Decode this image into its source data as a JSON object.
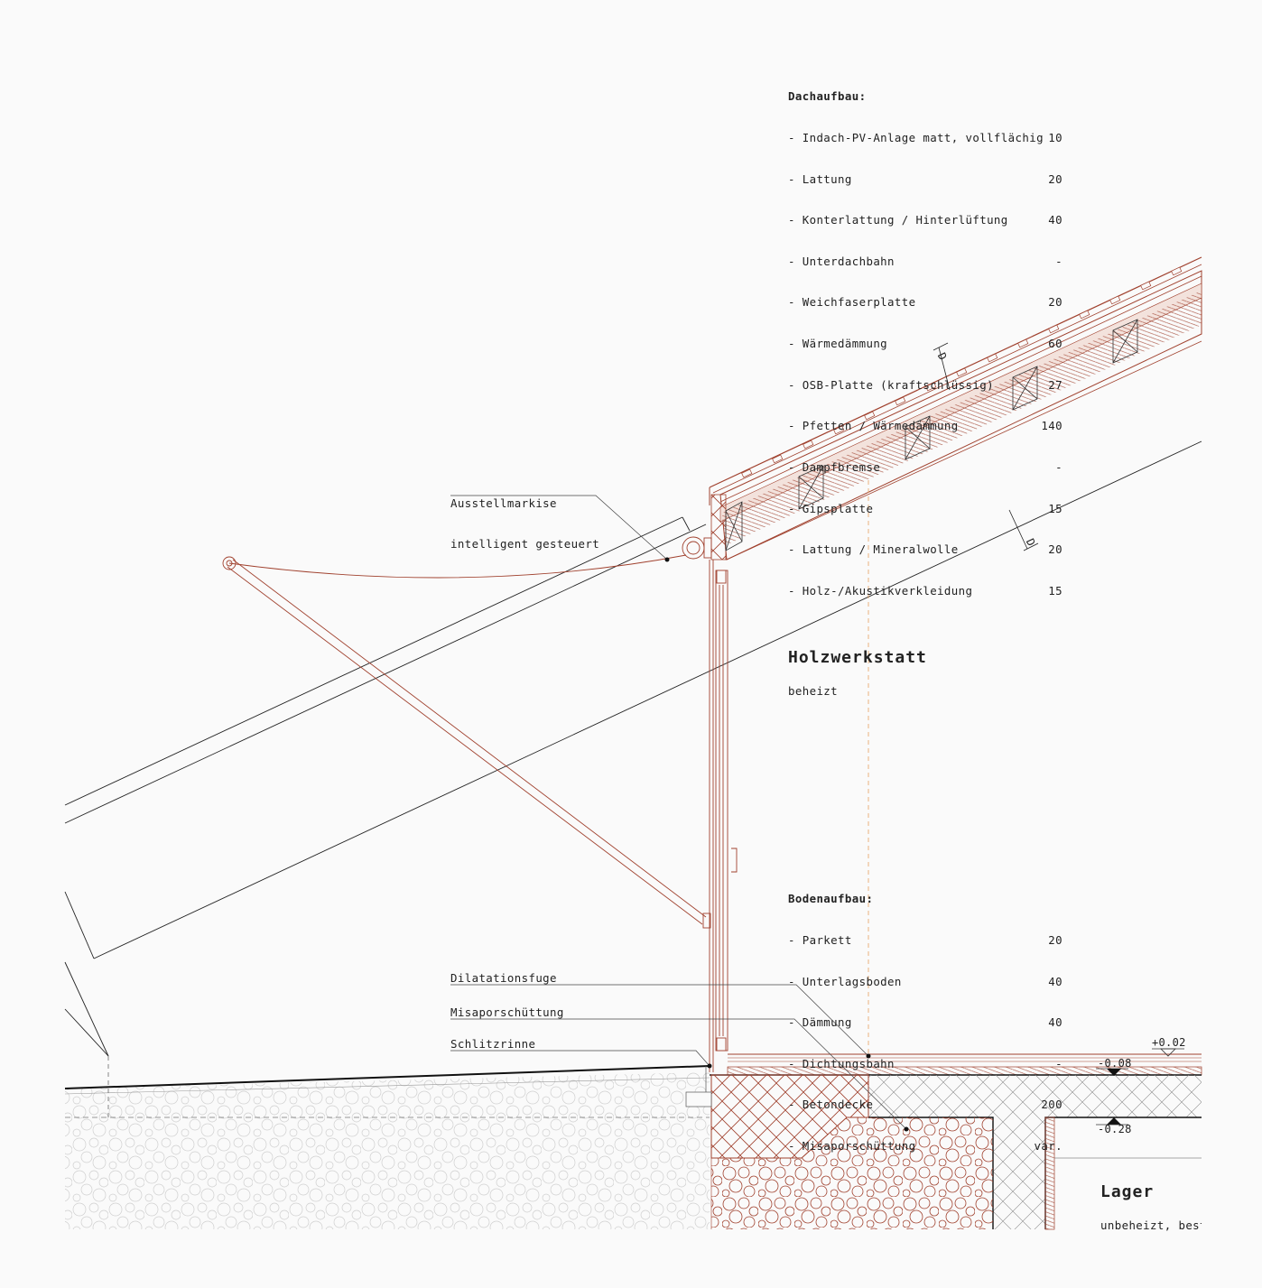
{
  "roof_spec": {
    "heading": "Dachaufbau:",
    "layers": [
      {
        "name": "- Indach-PV-Anlage matt, vollflächig",
        "value": "10"
      },
      {
        "name": "- Lattung",
        "value": "20"
      },
      {
        "name": "- Konterlattung / Hinterlüftung",
        "value": "40"
      },
      {
        "name": "- Unterdachbahn",
        "value": "-"
      },
      {
        "name": "- Weichfaserplatte",
        "value": "20"
      },
      {
        "name": "- Wärmedämmung",
        "value": "60"
      },
      {
        "name": "- OSB-Platte (kraftschlüssig)",
        "value": "27"
      },
      {
        "name": "- Pfetten / Wärmedämmung",
        "value": "140"
      },
      {
        "name": "- Dampfbremse",
        "value": "-"
      },
      {
        "name": "- Gipsplatte",
        "value": "15"
      },
      {
        "name": "- Lattung / Mineralwolle",
        "value": "20"
      },
      {
        "name": "- Holz-/Akustikverkleidung",
        "value": "15"
      }
    ]
  },
  "floor_spec": {
    "heading": "Bodenaufbau:",
    "layers": [
      {
        "name": "- Parkett",
        "value": "20"
      },
      {
        "name": "- Unterlagsboden",
        "value": "40"
      },
      {
        "name": "- Dämmung",
        "value": "40"
      },
      {
        "name": "- Dichtungsbahn",
        "value": "-"
      },
      {
        "name": "- Betondecke",
        "value": "200"
      },
      {
        "name": "- Misaporschüttung",
        "value": "var."
      }
    ]
  },
  "annotations": {
    "awning_line1": "Ausstellmarkise",
    "awning_line2": "intelligent gesteuert",
    "expansion_joint": "Dilatationsfuge",
    "misapor": "Misaporschüttung",
    "slot_gutter": "Schlitzrinne"
  },
  "rooms": {
    "workshop_title": "Holzwerkstatt",
    "workshop_sub": "beheizt",
    "storage_title": "Lager",
    "storage_sub": "unbeheizt, best"
  },
  "levels": {
    "floor_top": "+0.02",
    "floor_finish": "-0.08",
    "storage_ceiling": "-0.28"
  },
  "section_marks": {
    "top": "D",
    "bottom": "D"
  },
  "colors": {
    "construction": "#a0412e",
    "line": "#222222",
    "guide": "#e8a060",
    "gravel": "#c4c4c4"
  }
}
